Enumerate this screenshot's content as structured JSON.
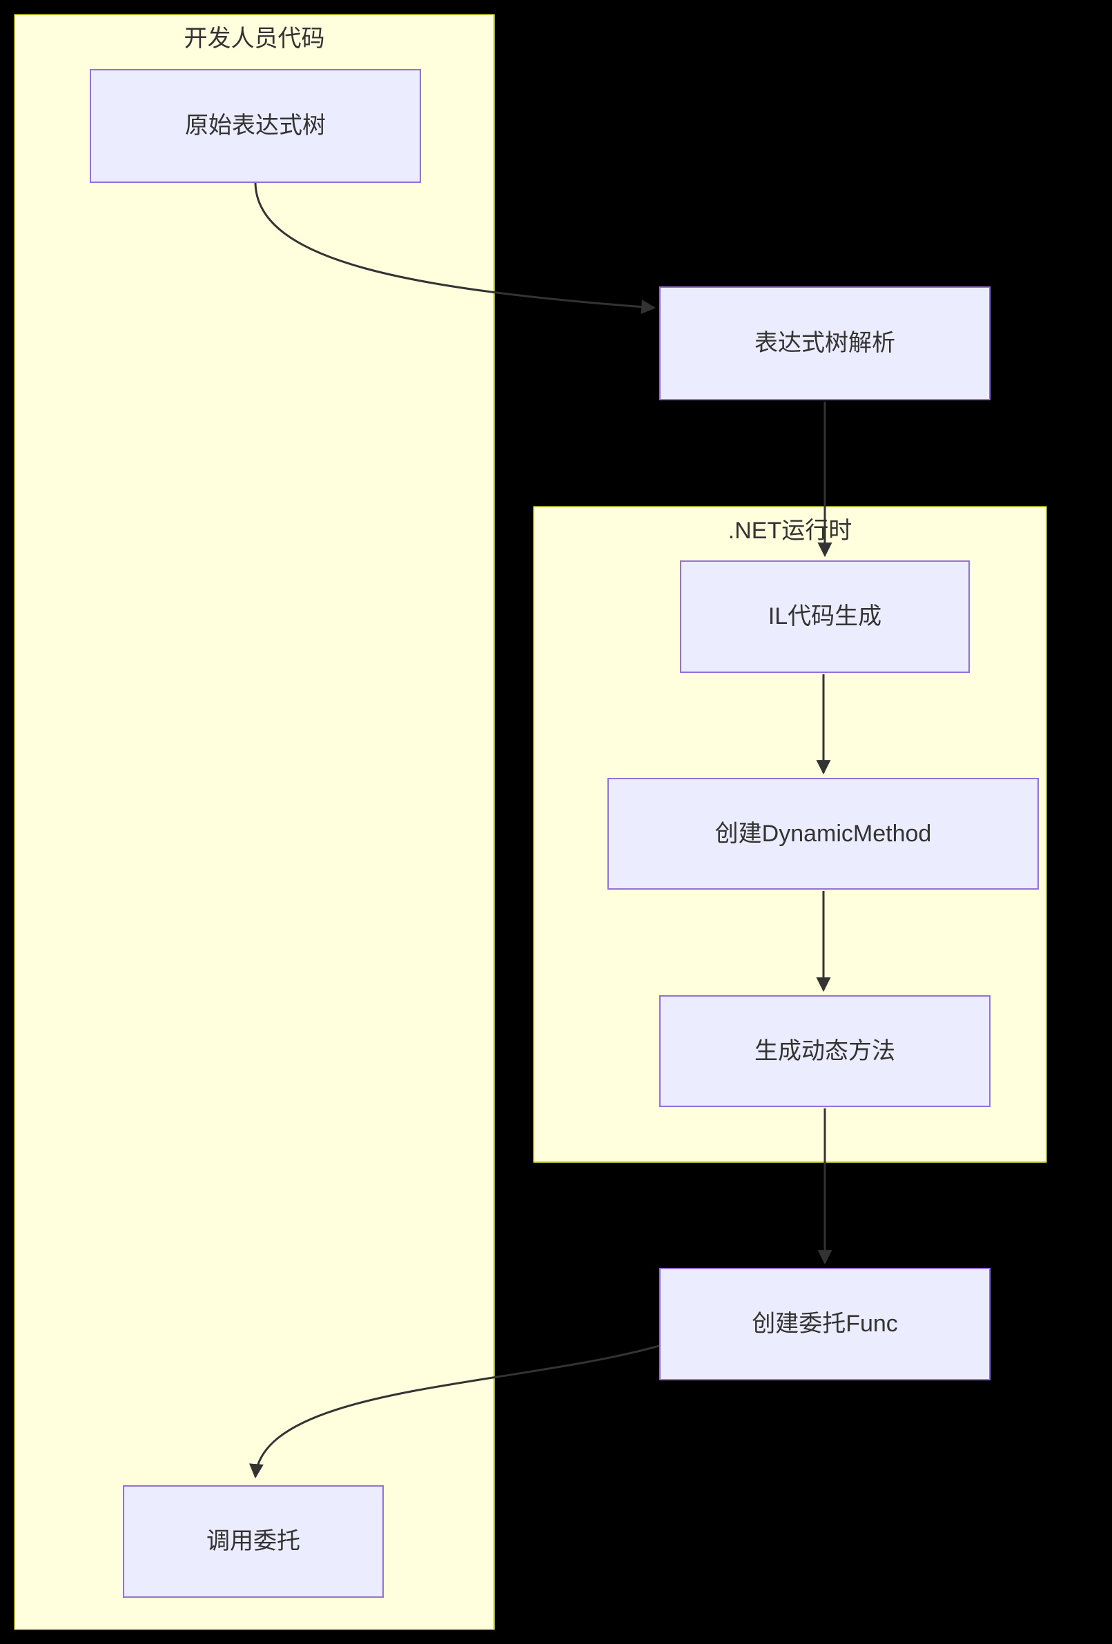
{
  "diagram": {
    "type": "flowchart",
    "direction": "top-down",
    "background_color": "#000000",
    "colors": {
      "cluster_fill": "#ffffde",
      "cluster_border": "#aaaa33",
      "node_fill": "#ececff",
      "node_border": "#9370db",
      "edge": "#333333",
      "text": "#333333"
    },
    "clusters": [
      {
        "id": "developer-code",
        "title": "开发人员代码",
        "nodes": [
          "original-expression-tree",
          "invoke-delegate"
        ]
      },
      {
        "id": "dotnet-runtime",
        "title": ".NET运行时",
        "nodes": [
          "il-code-generation",
          "create-dynamicmethod",
          "generate-dynamic-method"
        ]
      }
    ],
    "nodes": [
      {
        "id": "original-expression-tree",
        "label": "原始表达式树"
      },
      {
        "id": "expression-tree-parse",
        "label": "表达式树解析"
      },
      {
        "id": "il-code-generation",
        "label": "IL代码生成"
      },
      {
        "id": "create-dynamicmethod",
        "label": "创建DynamicMethod"
      },
      {
        "id": "generate-dynamic-method",
        "label": "生成动态方法"
      },
      {
        "id": "create-delegate-func",
        "label": "创建委托Func"
      },
      {
        "id": "invoke-delegate",
        "label": "调用委托"
      }
    ],
    "edges": [
      {
        "from": "original-expression-tree",
        "to": "expression-tree-parse"
      },
      {
        "from": "expression-tree-parse",
        "to": "il-code-generation"
      },
      {
        "from": "il-code-generation",
        "to": "create-dynamicmethod"
      },
      {
        "from": "create-dynamicmethod",
        "to": "generate-dynamic-method"
      },
      {
        "from": "generate-dynamic-method",
        "to": "create-delegate-func"
      },
      {
        "from": "create-delegate-func",
        "to": "invoke-delegate"
      }
    ]
  }
}
